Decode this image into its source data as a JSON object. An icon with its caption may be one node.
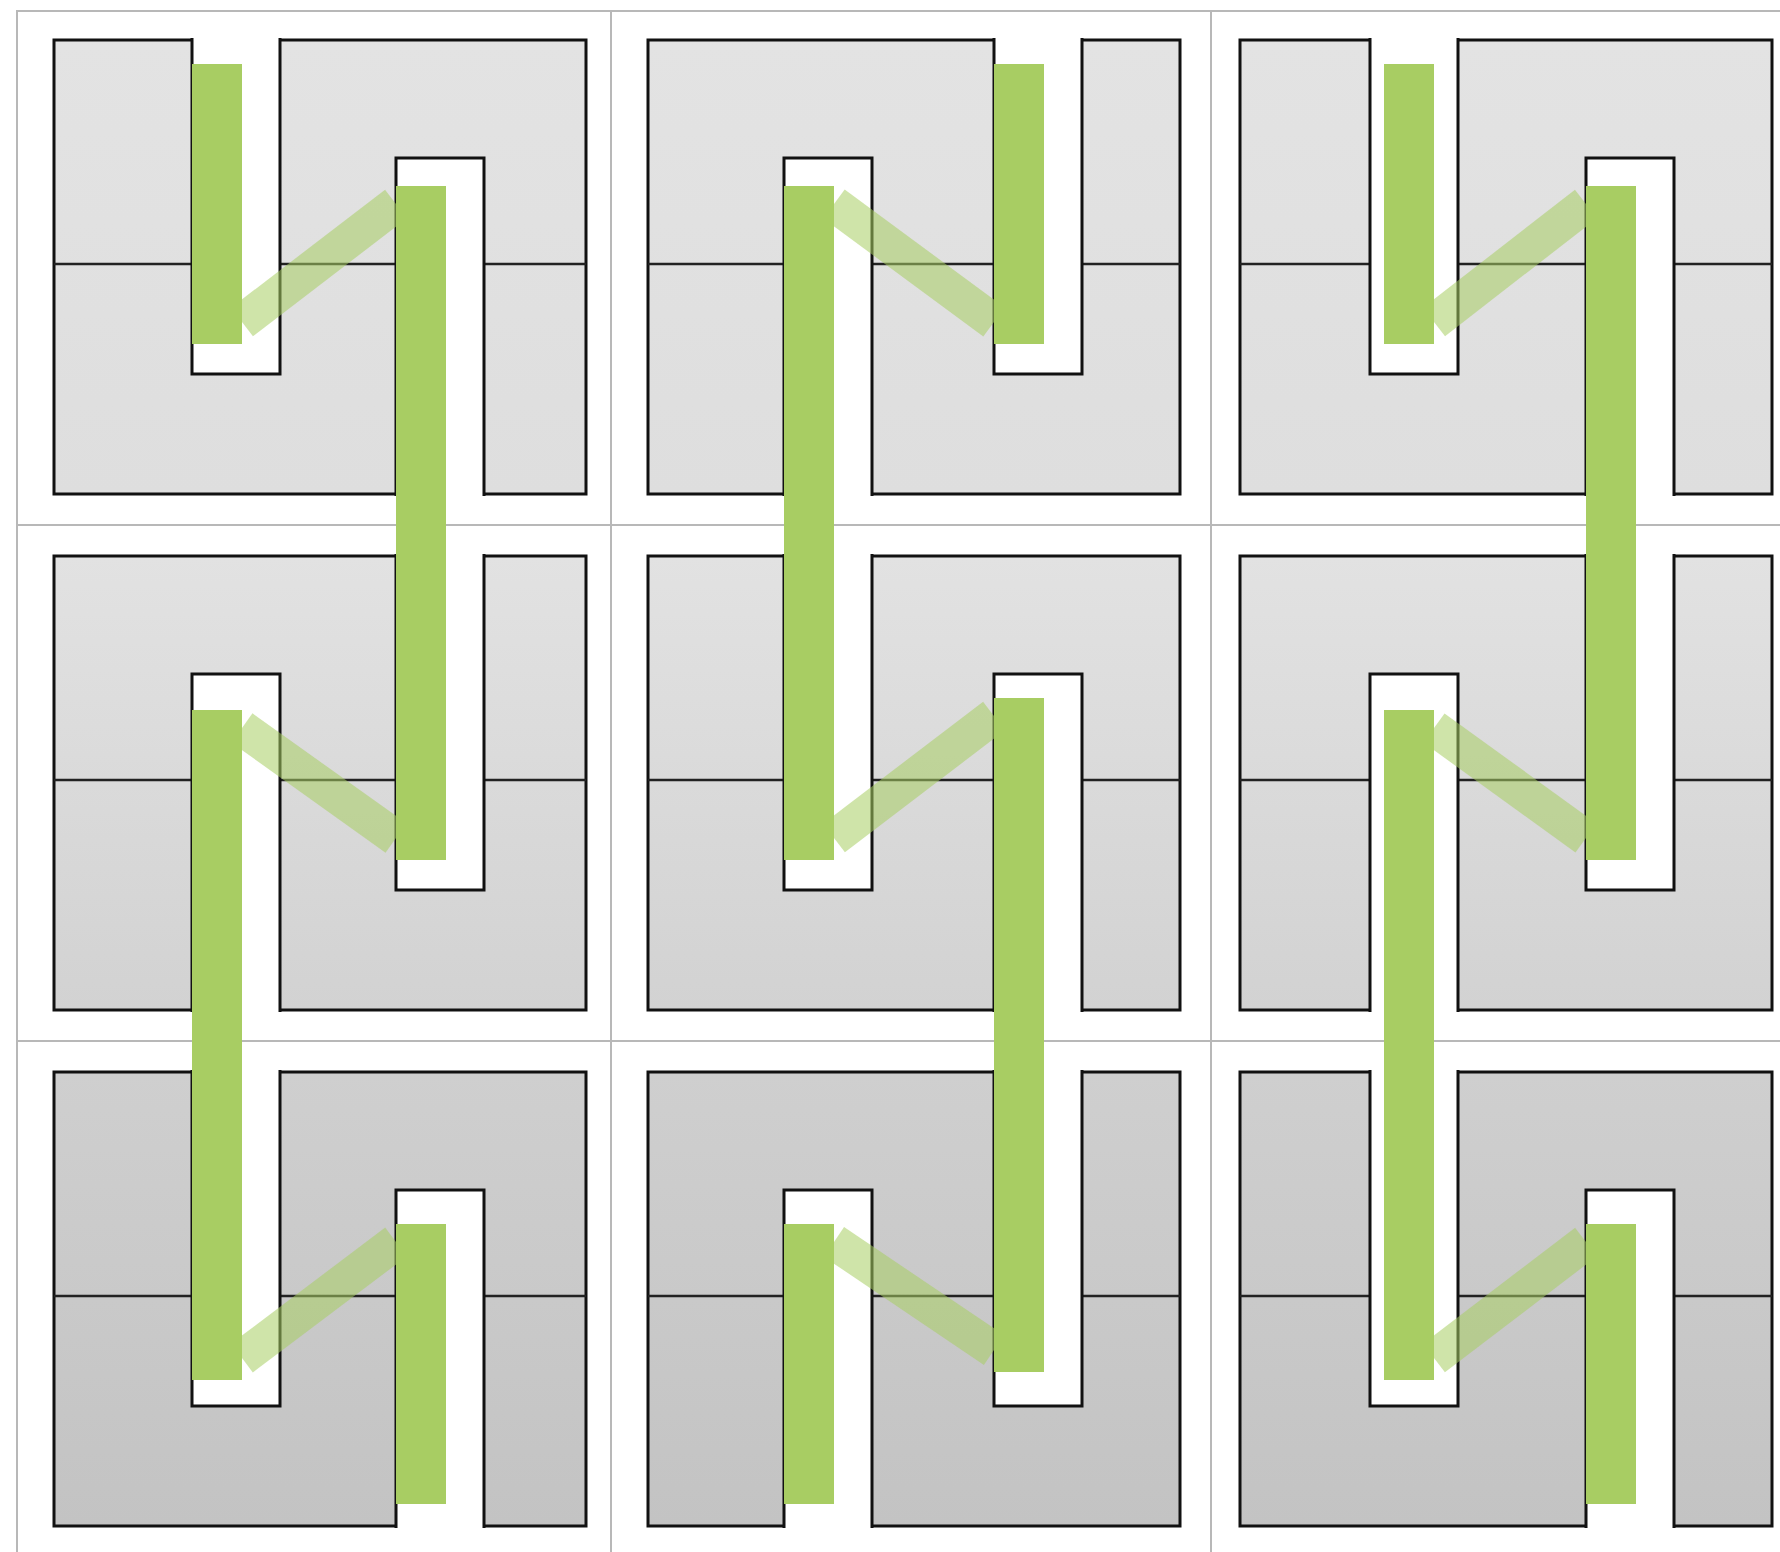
{
  "diagram": {
    "nodes": [
      {
        "text": [],
        "shape": "bar"
      },
      {
        "text": [],
        "shape": "bar"
      },
      {
        "text": [],
        "shape": "bar"
      },
      {
        "text": [],
        "shape": "bar"
      },
      {
        "text": [],
        "shape": "bar"
      },
      {
        "text": [],
        "shape": "bar"
      },
      {
        "text": [],
        "shape": "bar"
      },
      {
        "text": [],
        "shape": "bar"
      },
      {
        "text": [],
        "shape": "bar"
      },
      {
        "text": [],
        "shape": "bar"
      },
      {
        "text": [],
        "shape": "bar"
      },
      {
        "text": [],
        "shape": "bar"
      }
    ],
    "edges": [
      {
        "from": 0,
        "to": 1,
        "arrow": "none"
      },
      {
        "from": 1,
        "to": 2,
        "arrow": "none"
      },
      {
        "from": 2,
        "to": 3,
        "arrow": "none"
      },
      {
        "from": 4,
        "to": 5,
        "arrow": "none"
      },
      {
        "from": 4,
        "to": 6,
        "arrow": "none"
      },
      {
        "from": 6,
        "to": 7,
        "arrow": "none"
      },
      {
        "from": 8,
        "to": 9,
        "arrow": "none"
      },
      {
        "from": 9,
        "to": 10,
        "arrow": "none"
      },
      {
        "from": 10,
        "to": 11,
        "arrow": "none"
      }
    ]
  }
}
